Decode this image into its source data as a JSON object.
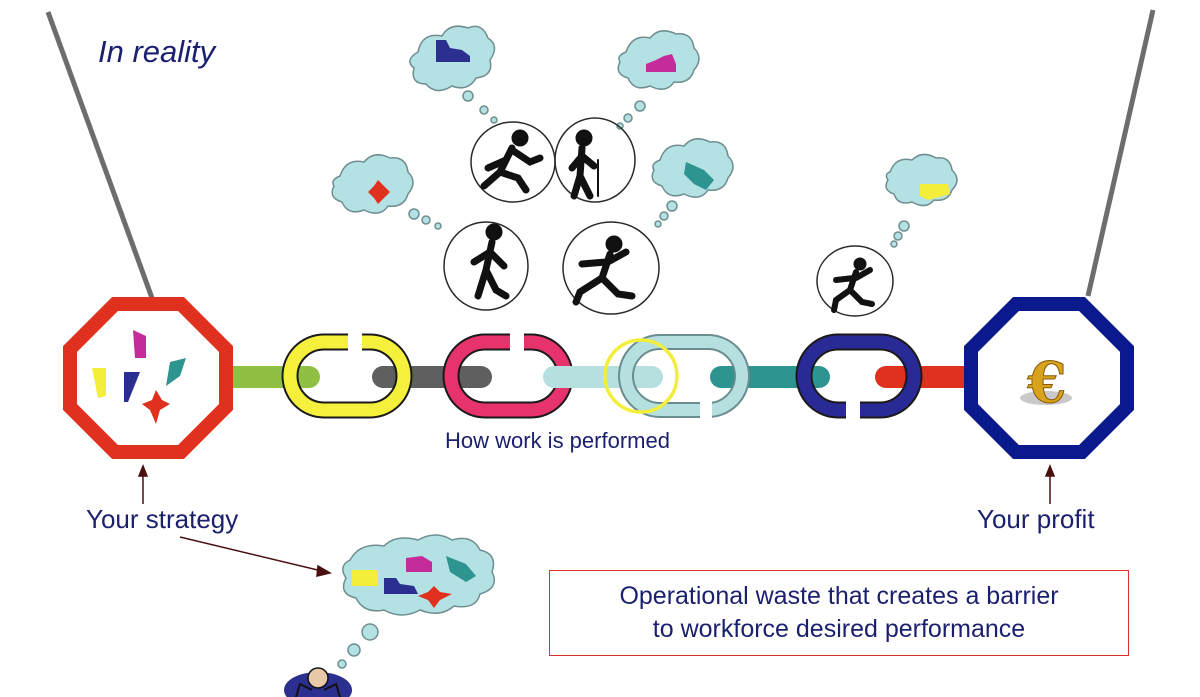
{
  "title": "In reality",
  "chain": {
    "caption": "How work is performed"
  },
  "strategy": {
    "label": "Your strategy"
  },
  "profit": {
    "label": "Your profit",
    "symbol": "€"
  },
  "waste": {
    "line1": "Operational waste that creates a barrier",
    "line2": "to workforce desired performance"
  },
  "colors": {
    "text": "#1a1f6e",
    "strategy_octagon": "#e0301e",
    "profit_octagon": "#0a1a8c",
    "link_yellow": "#f5f03c",
    "link_pink": "#e6336b",
    "link_lightblue": "#b6dfe0",
    "link_navy": "#2a2a96",
    "bar_green": "#8fc043",
    "bar_gray": "#5f5f5f",
    "bar_teal": "#2e9490",
    "bar_red": "#e0301e",
    "thought_cloud": "#b4e2e4",
    "box_border": "#d9342b"
  },
  "icons": [
    "running-worker-icon",
    "thought-bubble-icon",
    "euro-coin-icon",
    "thinking-manager-icon",
    "puzzle-piece-icon"
  ]
}
